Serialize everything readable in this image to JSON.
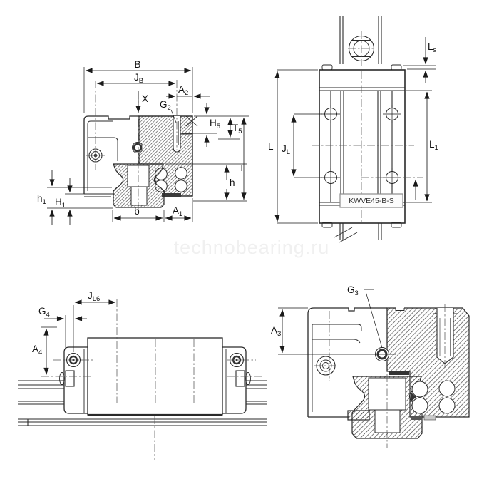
{
  "watermark": "technobearing.ru",
  "part_label": "KWVE45-B-S",
  "colors": {
    "line": "#2a2a2a",
    "dimension": "#1a1a1a",
    "hatch": "#4a4a4a",
    "centerline": "#555555",
    "watermark": "#f0f0f0",
    "label_box_border": "#8c8c8c",
    "label_box_fill": "#fcfcfc",
    "background": "#ffffff"
  },
  "views": {
    "cross_section": {
      "dims": {
        "B": {
          "main": "B"
        },
        "JB": {
          "main": "J",
          "sub": "B"
        },
        "A2": {
          "main": "A",
          "sub": "2"
        },
        "X": {
          "main": "X"
        },
        "G2": {
          "main": "G",
          "sub": "2"
        },
        "H5": {
          "main": "H",
          "sub": "5"
        },
        "T5": {
          "main": "T",
          "sub": "5"
        },
        "h": {
          "main": "h"
        },
        "h1": {
          "main": "h",
          "sub": "1"
        },
        "H1": {
          "main": "H",
          "sub": "1"
        },
        "b": {
          "main": "b"
        },
        "A1": {
          "main": "A",
          "sub": "1"
        }
      }
    },
    "top_view": {
      "dims": {
        "L": {
          "main": "L"
        },
        "JL": {
          "main": "J",
          "sub": "L"
        },
        "L1": {
          "main": "L",
          "sub": "1"
        },
        "Ls": {
          "main": "L",
          "sub": "s"
        }
      }
    },
    "side_view": {
      "dims": {
        "JL6": {
          "main": "J",
          "sub": "L6"
        },
        "G4": {
          "main": "G",
          "sub": "4"
        },
        "A4": {
          "main": "A",
          "sub": "4"
        }
      }
    },
    "section_detail": {
      "dims": {
        "G3": {
          "main": "G",
          "sub": "3"
        },
        "A3": {
          "main": "A",
          "sub": "3"
        }
      }
    }
  }
}
